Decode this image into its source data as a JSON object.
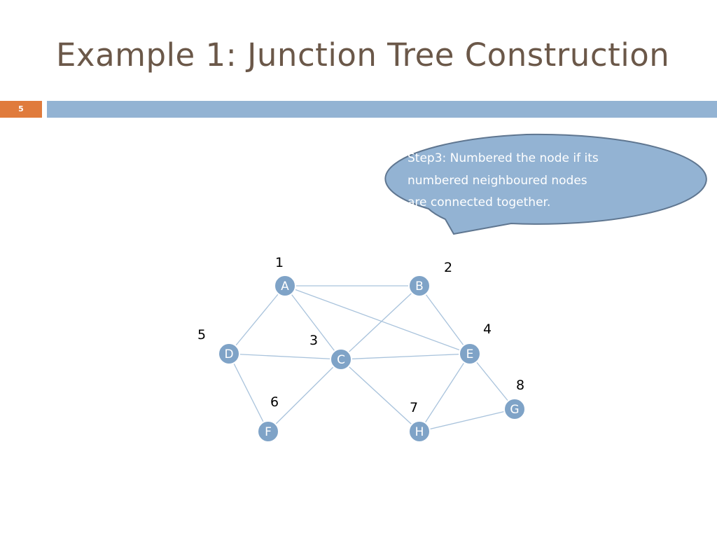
{
  "slide": {
    "title": "Example 1: Junction Tree Construction",
    "number": "5"
  },
  "callout": {
    "lines": [
      "Step3: Numbered the node if its",
      "numbered neighboured nodes",
      "are connected together."
    ]
  },
  "graph": {
    "nodes": [
      {
        "id": "A",
        "label": "A",
        "order": "1"
      },
      {
        "id": "B",
        "label": "B",
        "order": "2"
      },
      {
        "id": "C",
        "label": "C",
        "order": "3"
      },
      {
        "id": "E",
        "label": "E",
        "order": "4"
      },
      {
        "id": "D",
        "label": "D",
        "order": "5"
      },
      {
        "id": "F",
        "label": "F",
        "order": "6"
      },
      {
        "id": "H",
        "label": "H",
        "order": "7"
      },
      {
        "id": "G",
        "label": "G",
        "order": "8"
      }
    ],
    "edges": [
      [
        "A",
        "B"
      ],
      [
        "A",
        "D"
      ],
      [
        "A",
        "C"
      ],
      [
        "A",
        "E"
      ],
      [
        "B",
        "C"
      ],
      [
        "B",
        "E"
      ],
      [
        "D",
        "C"
      ],
      [
        "D",
        "F"
      ],
      [
        "C",
        "E"
      ],
      [
        "C",
        "F"
      ],
      [
        "C",
        "H"
      ],
      [
        "E",
        "H"
      ],
      [
        "E",
        "G"
      ],
      [
        "H",
        "G"
      ]
    ]
  },
  "colors": {
    "node_fill": "#7fa3c7",
    "node_stroke": "#ffffff",
    "node_label": "#ffffff",
    "edge": "#a9c3dc",
    "callout_fill": "#93b3d3",
    "callout_stroke": "#5f7690",
    "order_label": "#000000"
  }
}
